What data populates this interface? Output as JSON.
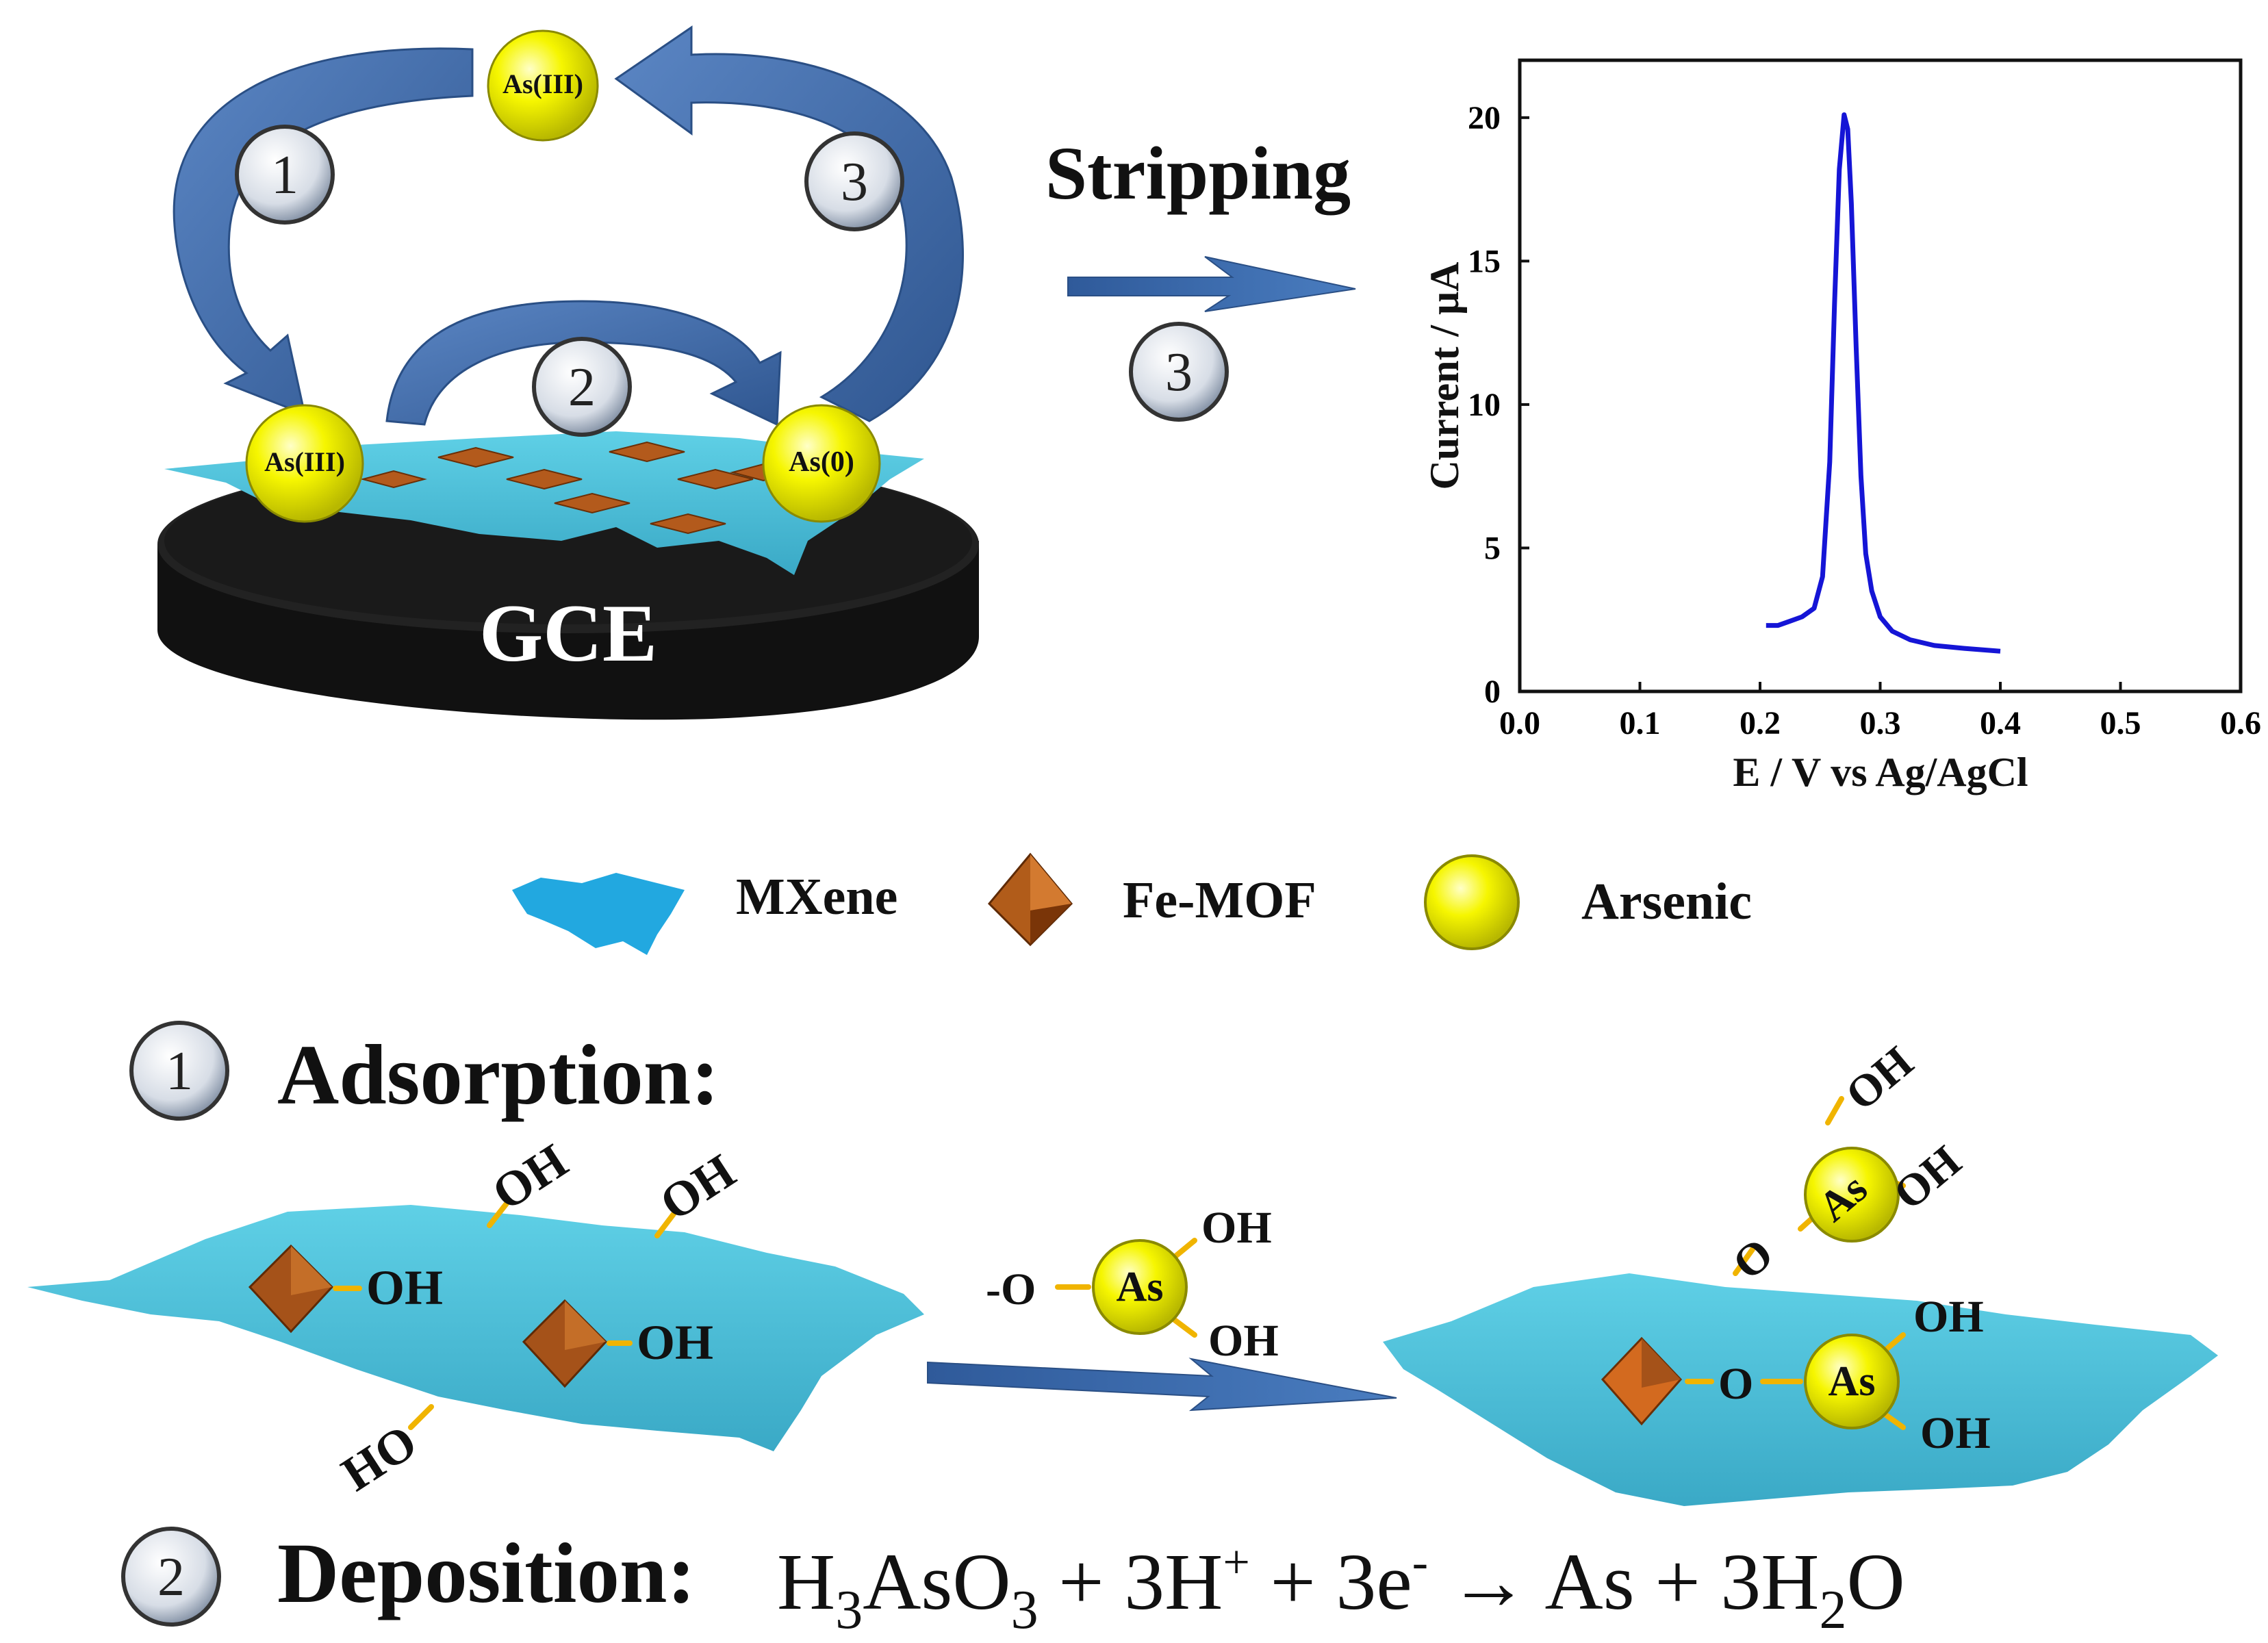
{
  "cycle": {
    "top_label": "As(III)",
    "left_label": "As(III)",
    "right_label": "As(0)",
    "electrode_label": "GCE",
    "step1": "1",
    "step2": "2",
    "step3": "3"
  },
  "stripping": {
    "label": "Stripping",
    "step": "3"
  },
  "chart_data": {
    "type": "line",
    "xlabel": "E / V vs Ag/AgCl",
    "ylabel": "Current / μA",
    "xlim": [
      0.0,
      0.6
    ],
    "ylim": [
      0,
      22
    ],
    "x_ticks": [
      "0.0",
      "0.1",
      "0.2",
      "0.3",
      "0.4",
      "0.5",
      "0.6"
    ],
    "y_ticks": [
      "0",
      "5",
      "10",
      "15",
      "20"
    ],
    "series_color": "#1515d6",
    "series": [
      {
        "x": [
          0.205,
          0.215,
          0.225,
          0.235,
          0.245,
          0.252,
          0.258,
          0.262,
          0.266,
          0.27,
          0.273,
          0.276,
          0.28,
          0.284,
          0.288,
          0.293,
          0.3,
          0.31,
          0.325,
          0.345,
          0.37,
          0.4
        ],
        "y": [
          2.3,
          2.3,
          2.45,
          2.6,
          2.9,
          4.0,
          8.0,
          13.5,
          18.2,
          20.1,
          19.6,
          17.0,
          12.0,
          7.5,
          4.8,
          3.5,
          2.6,
          2.1,
          1.8,
          1.6,
          1.5,
          1.4
        ]
      }
    ],
    "grid": false
  },
  "legend": {
    "mxene": "MXene",
    "femof": "Fe-MOF",
    "arsenic": "Arsenic"
  },
  "adsorption": {
    "step": "1",
    "title": "Adsorption:",
    "oh": "OH",
    "ho": "HO",
    "o": "O",
    "o_minus": "-O",
    "as": "As"
  },
  "deposition": {
    "step": "2",
    "title": "Deposition:",
    "equation": {
      "h": "H",
      "sub3": "3",
      "aso": "AsO",
      "plus1": " + 3H",
      "sup_plus": "+",
      "plus2": " + 3e",
      "sup_minus": "-",
      "arrow": " → As + 3H",
      "sub2": "2",
      "o_end": "O"
    }
  },
  "colors": {
    "arrow_blue": "#3f6aa6",
    "mxene": "#4ec3dc",
    "arsenic": "#f4f400",
    "femof": "#9b4a12",
    "bond": "#f0b400",
    "electrode": "#111111"
  }
}
